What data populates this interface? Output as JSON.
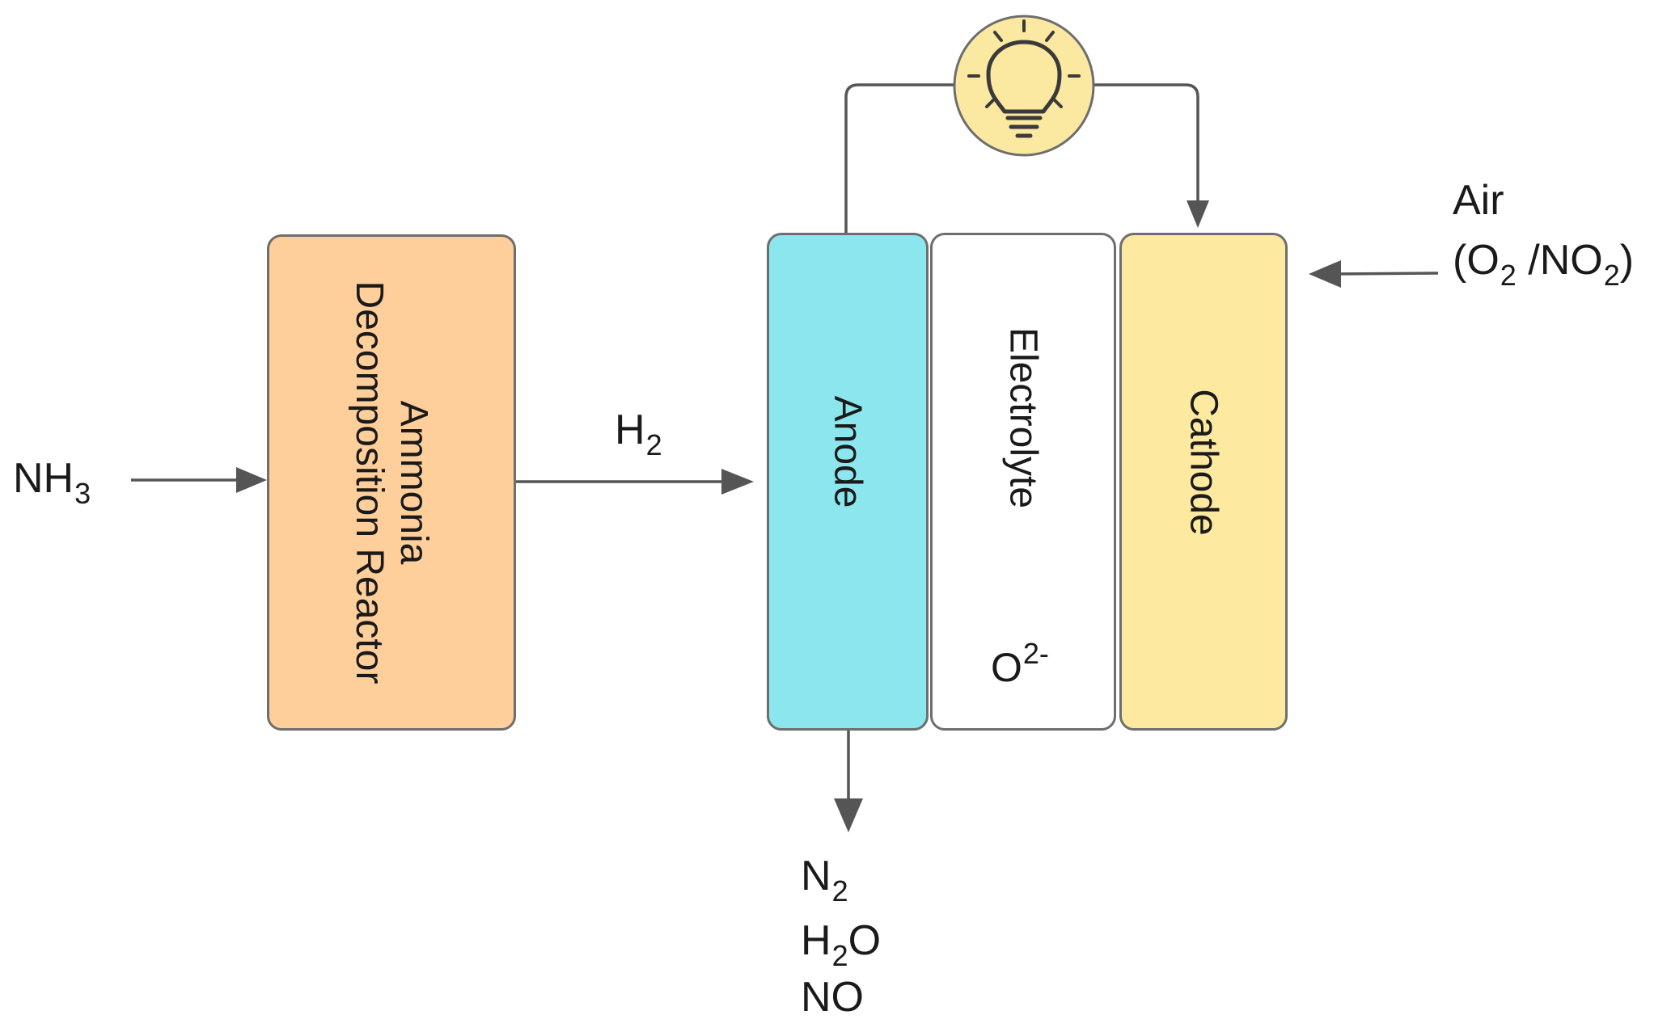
{
  "reactor": {
    "line1": "Ammonia",
    "line2": "Decomposition Reactor"
  },
  "cell": {
    "anode": "Anode",
    "electrolyte": "Electrolyte",
    "cathode": "Cathode",
    "ion": {
      "base": "O",
      "charge": "2-"
    }
  },
  "inputs": {
    "nh3": {
      "base": "NH",
      "sub": "3"
    },
    "h2": {
      "base": "H",
      "sub": "2"
    },
    "air": {
      "line1": "Air",
      "open": "(",
      "o2_base": "O",
      "o2_sub": "2",
      "slash": " /NO",
      "no2_sub": "2",
      "close": ")"
    }
  },
  "outputs": {
    "n2": {
      "base": "N",
      "sub": "2"
    },
    "h2o": {
      "base": "H",
      "sub": "2",
      "tail": "O"
    },
    "no": "NO"
  },
  "colors": {
    "reactor": "#FFCF9B",
    "anode": "#8BE6EE",
    "electrolyte": "#FFFFFF",
    "cathode": "#FDEAA0",
    "bulb_fill": "#FBE8A1",
    "line": "#555555",
    "border": "#6E6E6E"
  },
  "icons": {
    "bulb": "light-bulb-icon"
  }
}
